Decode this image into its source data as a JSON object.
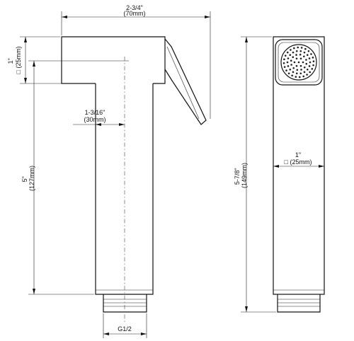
{
  "dimensions": {
    "overall_width": {
      "imperial": "2-3/4\"",
      "metric": "(70mm)"
    },
    "head_height": {
      "imperial": "1\"",
      "metric": "□ (25mm)"
    },
    "handle_offset": {
      "imperial": "1-3/16\"",
      "metric": "(30mm)"
    },
    "body_length": {
      "imperial": "5\"",
      "metric": "(127mm)"
    },
    "overall_length": {
      "imperial": "5-7/8\"",
      "metric": "(149mm)"
    },
    "square_section": {
      "imperial": "1\"",
      "metric": "□ (25mm)"
    },
    "thread": "G1/2"
  }
}
